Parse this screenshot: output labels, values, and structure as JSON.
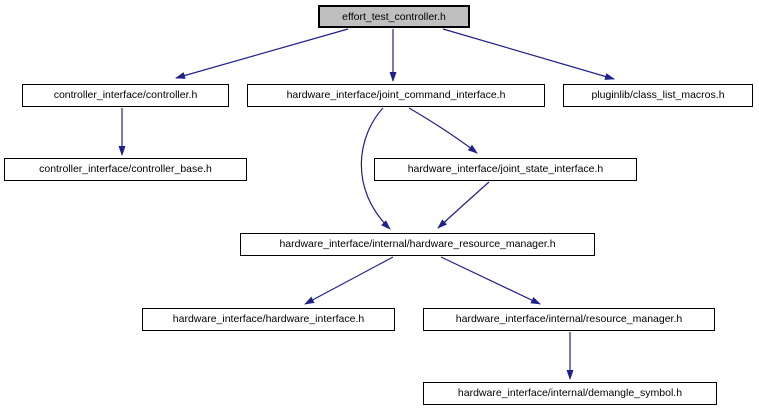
{
  "diagram": {
    "type": "include-dependency-graph",
    "root": "effort_test_controller.h"
  },
  "nodes": [
    {
      "id": "effort_test_controller",
      "label": "effort_test_controller.h"
    },
    {
      "id": "controller",
      "label": "controller_interface/controller.h"
    },
    {
      "id": "joint_command_interface",
      "label": "hardware_interface/joint_command_interface.h"
    },
    {
      "id": "class_list_macros",
      "label": "pluginlib/class_list_macros.h"
    },
    {
      "id": "controller_base",
      "label": "controller_interface/controller_base.h"
    },
    {
      "id": "joint_state_interface",
      "label": "hardware_interface/joint_state_interface.h"
    },
    {
      "id": "hardware_resource_manager",
      "label": "hardware_interface/internal/hardware_resource_manager.h"
    },
    {
      "id": "hardware_interface",
      "label": "hardware_interface/hardware_interface.h"
    },
    {
      "id": "resource_manager",
      "label": "hardware_interface/internal/resource_manager.h"
    },
    {
      "id": "demangle_symbol",
      "label": "hardware_interface/internal/demangle_symbol.h"
    }
  ],
  "edges": [
    {
      "from": "effort_test_controller.h",
      "to": "controller_interface/controller.h"
    },
    {
      "from": "effort_test_controller.h",
      "to": "hardware_interface/joint_command_interface.h"
    },
    {
      "from": "effort_test_controller.h",
      "to": "pluginlib/class_list_macros.h"
    },
    {
      "from": "controller_interface/controller.h",
      "to": "controller_interface/controller_base.h"
    },
    {
      "from": "hardware_interface/joint_command_interface.h",
      "to": "hardware_interface/joint_state_interface.h"
    },
    {
      "from": "hardware_interface/joint_command_interface.h",
      "to": "hardware_interface/internal/hardware_resource_manager.h"
    },
    {
      "from": "hardware_interface/joint_state_interface.h",
      "to": "hardware_interface/internal/hardware_resource_manager.h"
    },
    {
      "from": "hardware_interface/internal/hardware_resource_manager.h",
      "to": "hardware_interface/hardware_interface.h"
    },
    {
      "from": "hardware_interface/internal/hardware_resource_manager.h",
      "to": "hardware_interface/internal/resource_manager.h"
    },
    {
      "from": "hardware_interface/internal/resource_manager.h",
      "to": "hardware_interface/internal/demangle_symbol.h"
    }
  ],
  "colors": {
    "edge": "#20208c",
    "root_fill": "#bfbfbf",
    "node_fill": "#ffffff",
    "node_border": "#000000",
    "background": "#ffffff"
  }
}
